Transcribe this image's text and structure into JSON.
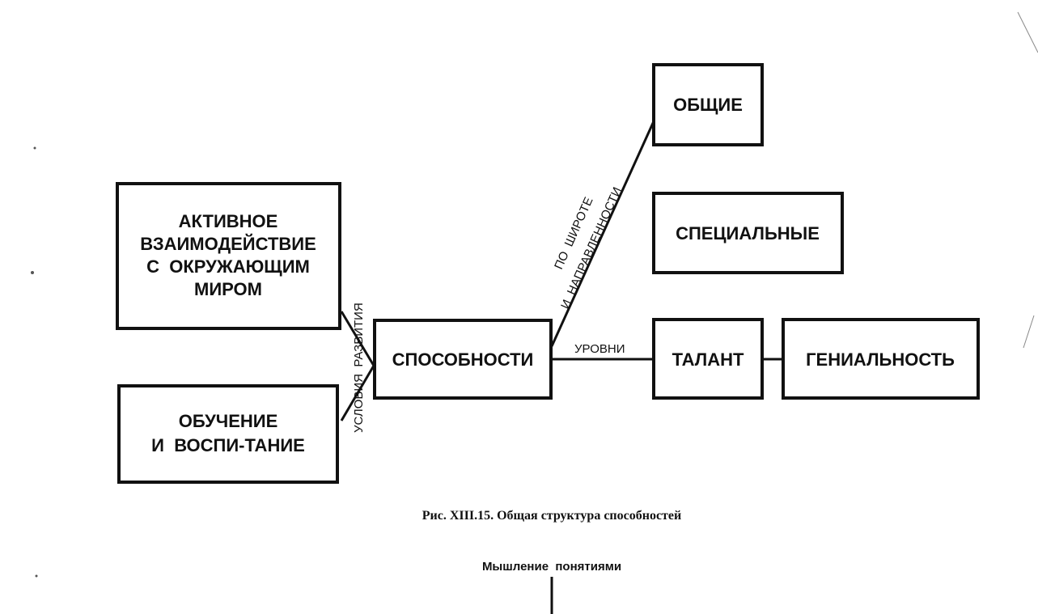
{
  "diagram": {
    "boxes": {
      "active_interaction": [
        "АКТИВНОЕ",
        "ВЗАИМОДЕЙСТВИЕ",
        "С  ОКРУЖАЮЩИМ",
        "МИРОМ"
      ],
      "learning": [
        "ОБУЧЕНИЕ",
        "И  ВОСПИ-ТАНИЕ"
      ],
      "abilities": "СПОСОБНОСТИ",
      "general": "ОБЩИЕ",
      "special": "СПЕЦИАЛЬНЫЕ",
      "talent": "ТАЛАНТ",
      "genius": "ГЕНИАЛЬНОСТЬ"
    },
    "edge_labels": {
      "development_conditions": "УСЛОВИЯ  РАЗВИТИЯ",
      "breadth_line1": "ПО  ШИРОТЕ",
      "breadth_line2": "И  НАПРАВЛЕННОСТИ",
      "levels": "УРОВНИ"
    },
    "caption": "Рис. XIII.15. Общая структура способностей",
    "next_heading": "Мышление  понятиями"
  }
}
